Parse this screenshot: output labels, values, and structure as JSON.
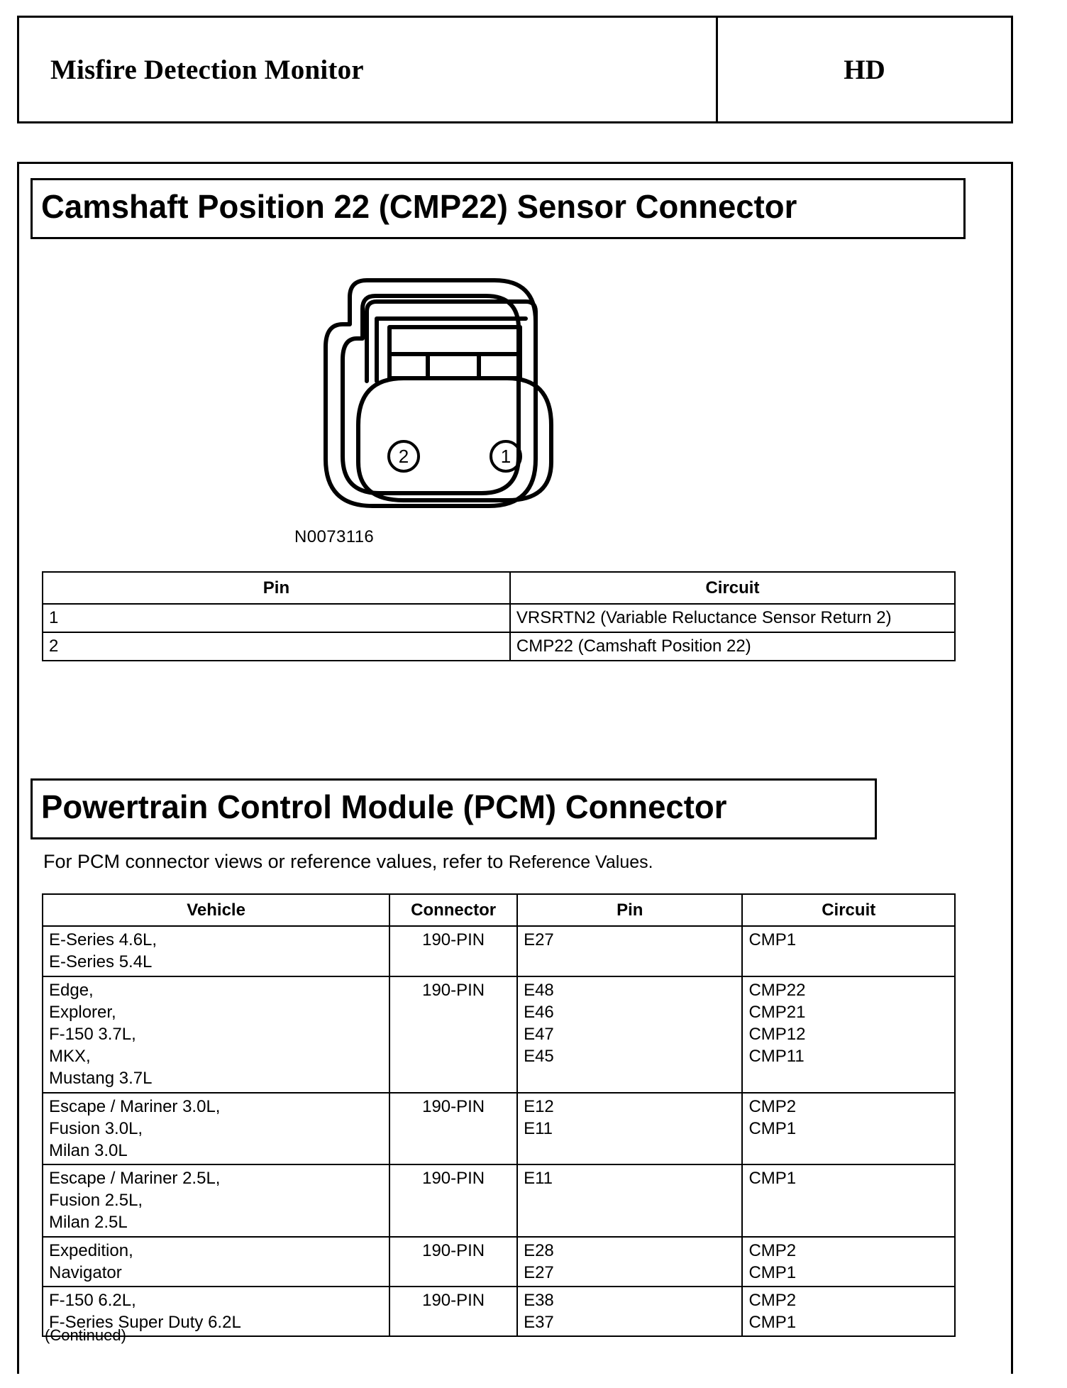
{
  "header": {
    "title": "Misfire Detection Monitor",
    "code": "HD"
  },
  "sections": {
    "cmp22": {
      "heading": "Camshaft Position 22 (CMP22) Sensor Connector",
      "diagram": {
        "part_number": "N0073116",
        "pin_labels": [
          "2",
          "1"
        ]
      },
      "table": {
        "columns": [
          "Pin",
          "Circuit"
        ],
        "rows": [
          {
            "pin": "1",
            "circuit": "VRSRTN2 (Variable Reluctance Sensor Return 2)"
          },
          {
            "pin": "2",
            "circuit": "CMP22 (Camshaft Position 22)"
          }
        ]
      }
    },
    "pcm": {
      "heading": "Powertrain Control Module (PCM) Connector",
      "note_main": "For PCM connector views or reference values, refer to ",
      "note_ref": "Reference Values.",
      "table": {
        "columns": [
          "Vehicle",
          "Connector",
          "Pin",
          "Circuit"
        ],
        "rows": [
          {
            "vehicle": "E-Series 4.6L,\nE-Series 5.4L",
            "connector": "190-PIN",
            "pin": "E27",
            "circuit": "CMP1"
          },
          {
            "vehicle": "Edge,\nExplorer,\nF-150 3.7L,\nMKX,\nMustang 3.7L",
            "connector": "190-PIN",
            "pin": "E48\nE46\nE47\nE45",
            "circuit": "CMP22\nCMP21\nCMP12\nCMP11"
          },
          {
            "vehicle": "Escape / Mariner 3.0L,\nFusion 3.0L,\nMilan 3.0L",
            "connector": "190-PIN",
            "pin": "E12\nE11",
            "circuit": "CMP2\nCMP1"
          },
          {
            "vehicle": "Escape / Mariner 2.5L,\nFusion 2.5L,\nMilan 2.5L",
            "connector": "190-PIN",
            "pin": "E11",
            "circuit": "CMP1"
          },
          {
            "vehicle": "Expedition,\nNavigator",
            "connector": "190-PIN",
            "pin": "E28\nE27",
            "circuit": "CMP2\nCMP1"
          },
          {
            "vehicle": "F-150 6.2L,\nF-Series Super Duty 6.2L",
            "connector": "190-PIN",
            "pin": "E38\nE37",
            "circuit": "CMP2\nCMP1"
          }
        ]
      },
      "continued": "(Continued)"
    }
  },
  "colors": {
    "ink": "#000000",
    "paper": "#ffffff"
  }
}
